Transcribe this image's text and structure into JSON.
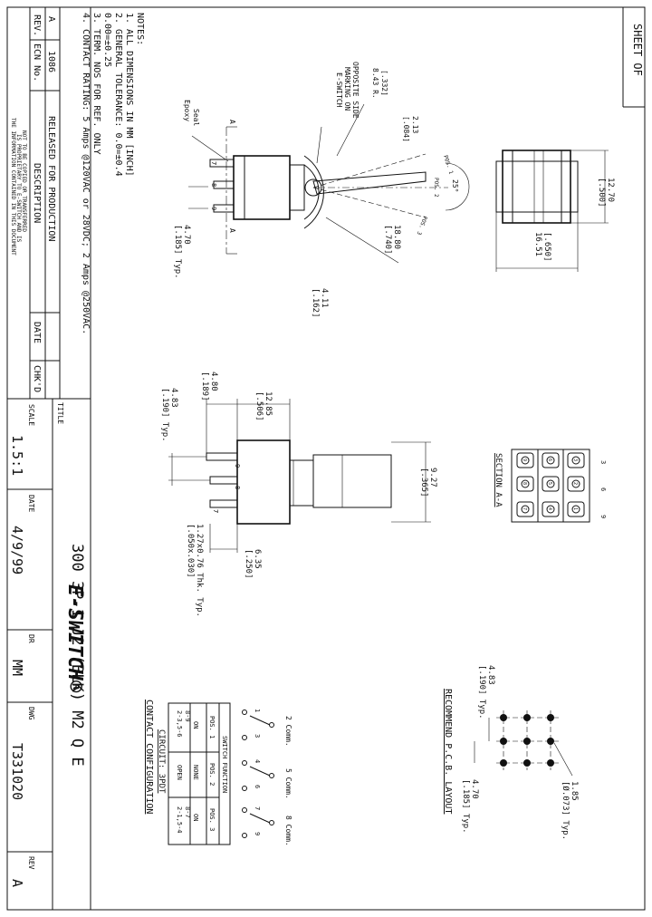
{
  "sheet": {
    "label": "SHEET   OF"
  },
  "notes": {
    "heading": "NOTES:",
    "items": [
      "1. ALL DIMENSIONS IN MM [INCH]",
      "2. GENERAL TOLERANCE: 0.0=±0.4",
      "              0.00=±0.25",
      "3. TERM. NOS FOR REF. ONLY",
      "4. CONTACT RATING: 5 Amps @120VAC or 28VDC; 2 Amps @250VAC."
    ]
  },
  "revision_table": {
    "headers": [
      "REV.",
      "ECN No.",
      "DESCRIPTION",
      "DATE",
      "CHK'D"
    ],
    "row": {
      "rev": "A",
      "ecn": "1086",
      "description": "RELEASED FOR PRODUCTION",
      "date": "",
      "chkd": ""
    },
    "confidential": [
      "THE INFORMATION CONTAINED IN THIS DOCUMENT",
      "IS PROPRIETARY TO E-SWITCH AND IS",
      "NOT TO BE COPIED OR TRANSFERRED"
    ]
  },
  "title_block": {
    "title_label": "TITLE",
    "title": "300 3P-1 J2 (BLK) M2 Q E",
    "scale_label": "SCALE",
    "scale": "1.5:1",
    "date_label": "DATE",
    "date": "4/9/99",
    "dr_label": "DR",
    "dr": "MM",
    "dwg_label": "DWG",
    "dwg": "T331020",
    "rev_label": "REV",
    "rev": "A",
    "logo": "E-SWITCH®"
  },
  "side_view": {
    "epoxy": [
      "Epoxy",
      "Seal"
    ],
    "marking": [
      "E-SWITCH",
      "MARKING ON",
      "OPPOSITE SIDE"
    ],
    "radius": [
      "8.43 R.",
      "[.332]"
    ],
    "dim_213": [
      "2.13",
      "[.084]"
    ],
    "pos1": "POS. 1",
    "pos2": "POS. 2",
    "pos3": "POS. 3",
    "angle": "25°",
    "dim_1880": [
      "18.80",
      "[.740]"
    ],
    "dim_411": [
      "4.11",
      "[.162]"
    ],
    "dim_470": [
      "4.70",
      "[.185] Typ."
    ],
    "section_mark": "A",
    "term_7": "7",
    "term_8": "8",
    "term_9": "9"
  },
  "top_view": {
    "dim_1270": [
      "12.70",
      "[.500]"
    ],
    "dim_1651": [
      "16.51",
      "[.650]"
    ]
  },
  "front_view": {
    "dim_480": [
      "4.80",
      "[.189]"
    ],
    "dim_1285": [
      "12.85",
      "[.506]"
    ],
    "dim_483": [
      "4.83",
      "[.190] Typ."
    ],
    "dim_927": [
      "9.27",
      "[.365]"
    ],
    "dim_127": [
      "1.27x0.76 Thk. Typ.",
      "[.050x.030]"
    ],
    "dim_635": [
      "6.35",
      "[.250]"
    ],
    "term_7": "7",
    "term_8": "8",
    "term_9": "9"
  },
  "section_aa": {
    "label": "SECTION A-A",
    "rows": [
      [
        "1",
        "2",
        "3"
      ],
      [
        "4",
        "5",
        "6"
      ],
      [
        "7",
        "8",
        "9"
      ]
    ],
    "side_numbers": [
      "9",
      "6",
      "3"
    ]
  },
  "pcb": {
    "label": "RECOMMEND P.C.B. LAYOUT",
    "dim_483": [
      "4.83",
      "[.190] Typ."
    ],
    "dim_185": [
      "1.85",
      "[Ø.073] Typ."
    ],
    "dim_470": [
      "4.70",
      "[.185] Typ."
    ]
  },
  "circuit": {
    "comm_labels": [
      "2 Comm.",
      "5 Comm.",
      "8 Comm."
    ],
    "term_rows": [
      [
        "1",
        "3"
      ],
      [
        "4",
        "6"
      ],
      [
        "7",
        "9"
      ]
    ],
    "circuit_label": "CIRCUIT: 3PDT",
    "config_label": "CONTACT CONFIGURATION",
    "table_title": "SWITCH FUNCTION",
    "headers": [
      "POS. 1",
      "POS. 2",
      "POS. 3"
    ],
    "row1": [
      "ON",
      "NONE",
      "ON"
    ],
    "row2": [
      "2-3,5-6\n8-9",
      "OPEN",
      "2-1,5-4\n8-7"
    ]
  }
}
